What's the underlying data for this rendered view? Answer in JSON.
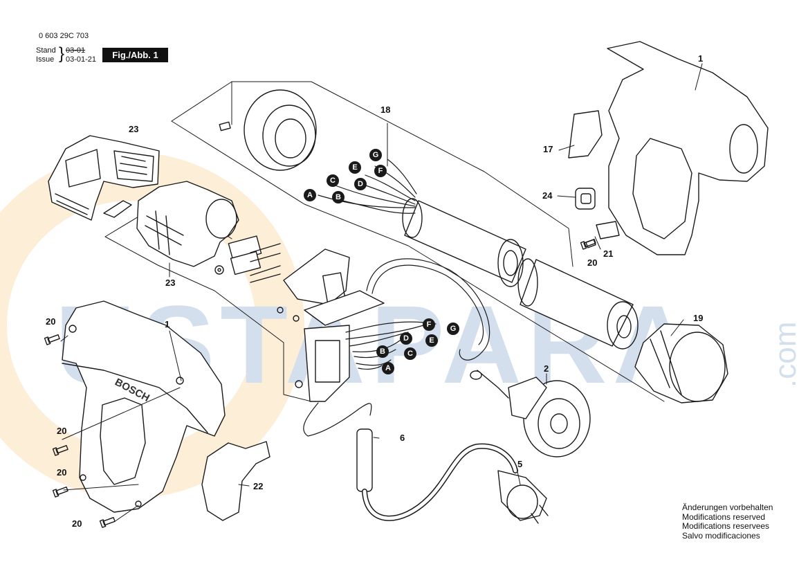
{
  "header": {
    "part_number": "0 603 29C 703",
    "stand_label": "Stand",
    "issue_label": "Issue",
    "stand_value": "03-01",
    "issue_value": "03-01-21",
    "figure_label": "Fig./Abb. 1"
  },
  "watermark": {
    "text": "USTAPARA",
    "domain": ".com",
    "color": "#3b6fb3"
  },
  "brand_on_housing": "BOSCH",
  "part_labels": {
    "p1_top": "1",
    "p1_front": "1",
    "p2": "2",
    "p5": "5",
    "p6": "6",
    "p17": "17",
    "p18": "18",
    "p19": "19",
    "p20_a": "20",
    "p20_b": "20",
    "p20_c": "20",
    "p20_d": "20",
    "p20_e": "20",
    "p21": "21",
    "p22": "22",
    "p23_top": "23",
    "p23_bottom": "23",
    "p24": "24"
  },
  "wire_labels_upper": [
    "A",
    "B",
    "C",
    "D",
    "E",
    "F",
    "G"
  ],
  "wire_labels_lower": [
    "A",
    "B",
    "C",
    "D",
    "E",
    "F",
    "G"
  ],
  "disclaimer": [
    "Änderungen vorbehalten",
    "Modifications reserved",
    "Modifications reservees",
    "Salvo modificaciones"
  ]
}
